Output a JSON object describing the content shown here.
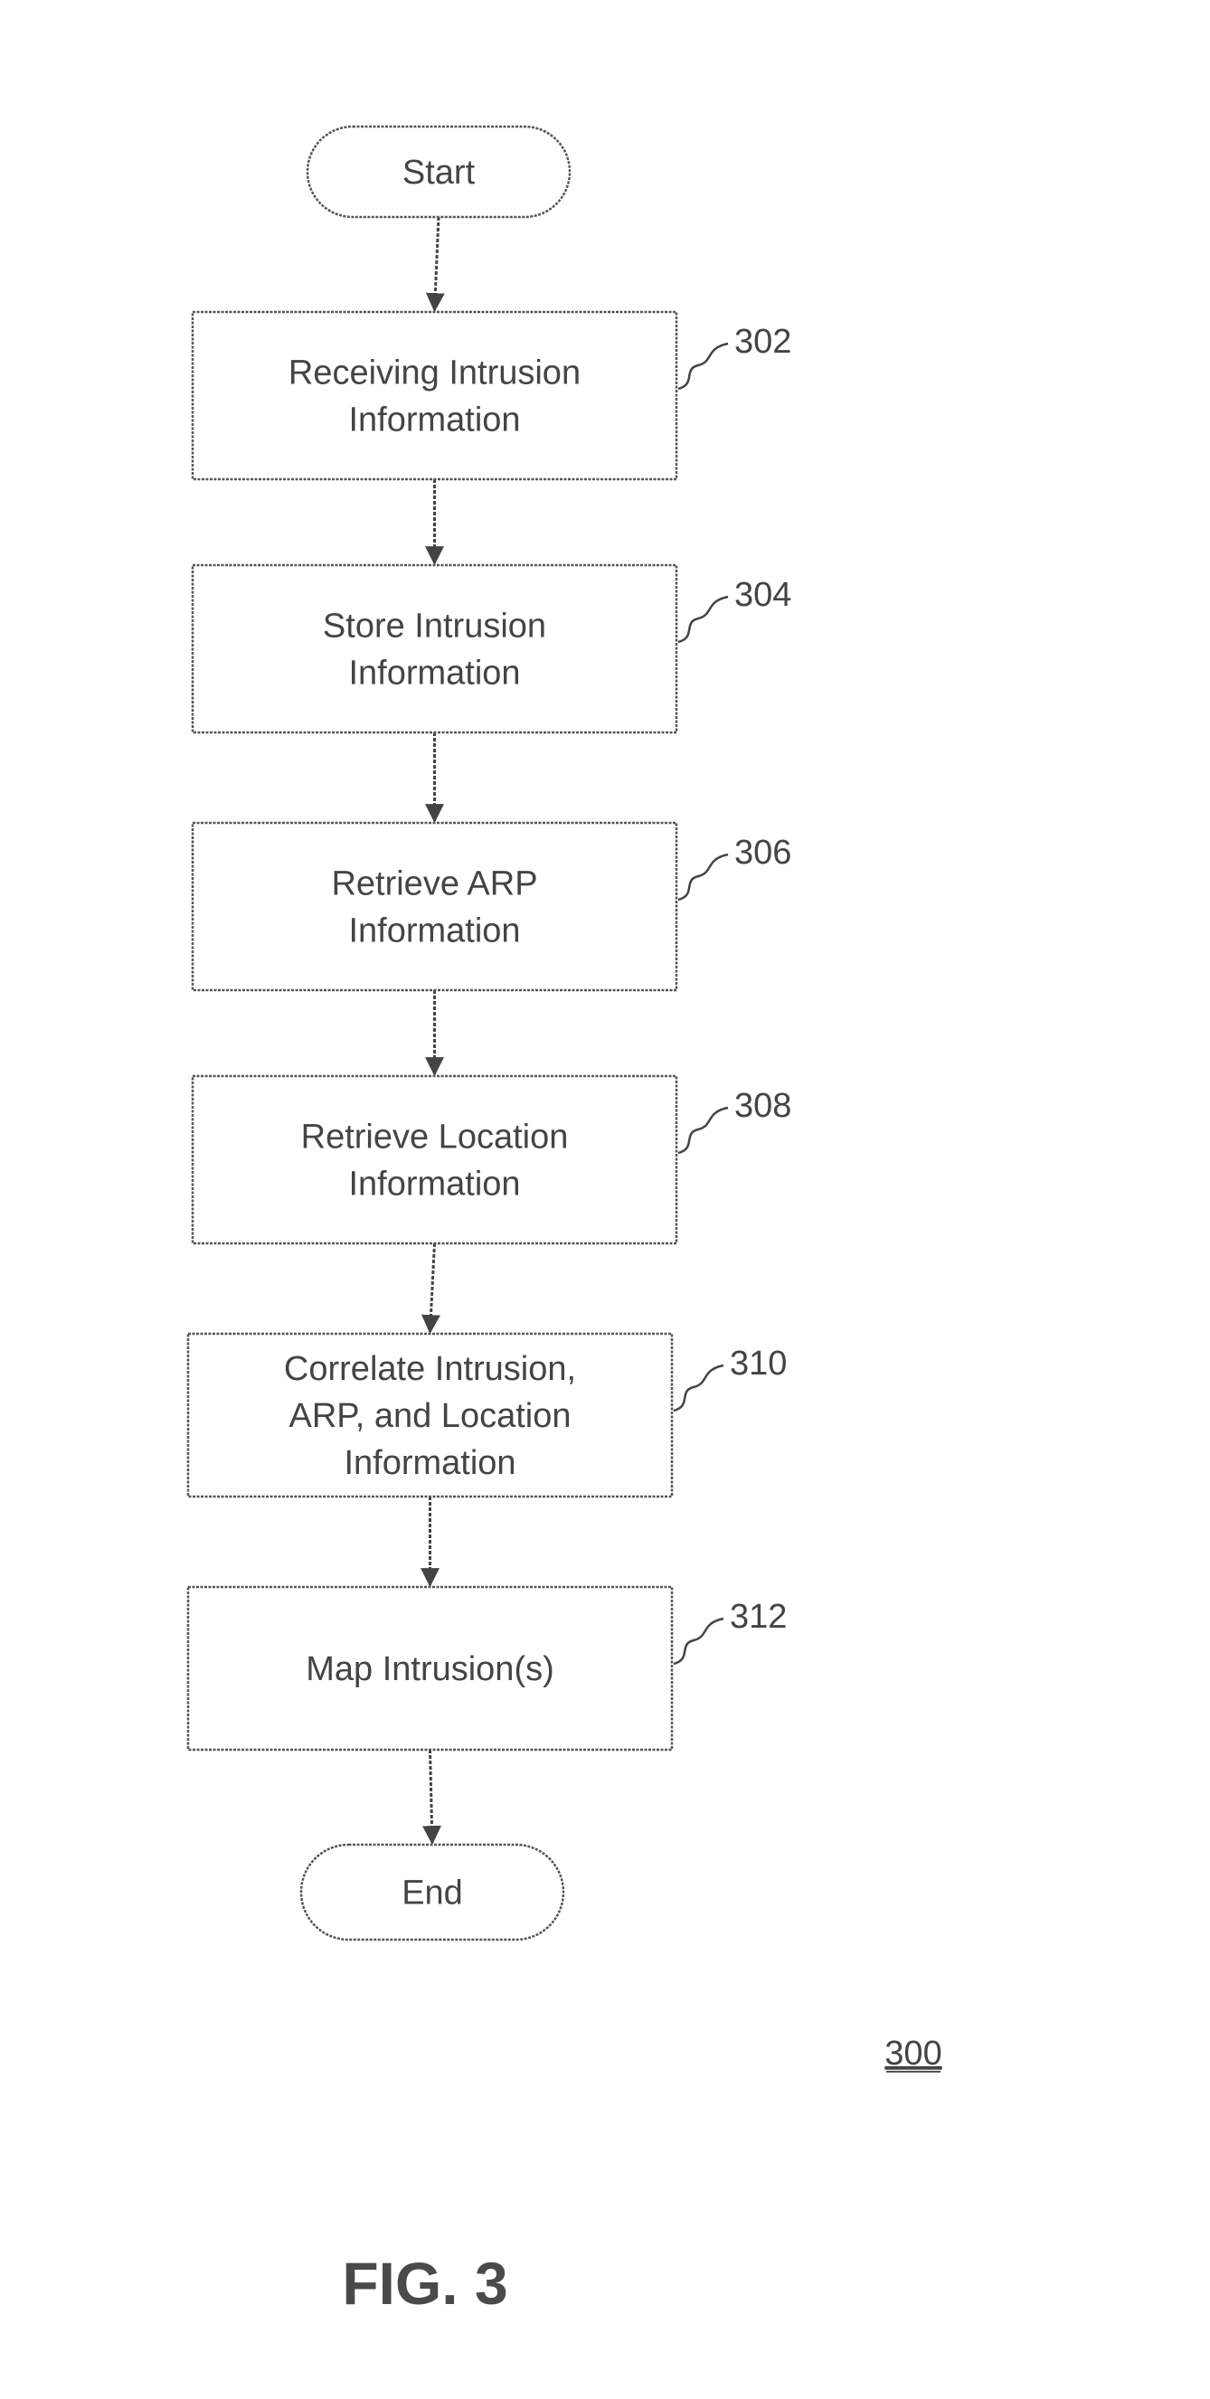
{
  "diagram": {
    "type": "flowchart",
    "nodes": [
      {
        "id": "start",
        "shape": "terminal",
        "lines": [
          "Start"
        ],
        "ref": ""
      },
      {
        "id": "302",
        "shape": "process",
        "lines": [
          "Receiving Intrusion",
          "Information"
        ],
        "ref": "302"
      },
      {
        "id": "304",
        "shape": "process",
        "lines": [
          "Store Intrusion",
          "Information"
        ],
        "ref": "304"
      },
      {
        "id": "306",
        "shape": "process",
        "lines": [
          "Retrieve ARP",
          "Information"
        ],
        "ref": "306"
      },
      {
        "id": "308",
        "shape": "process",
        "lines": [
          "Retrieve Location",
          "Information"
        ],
        "ref": "308"
      },
      {
        "id": "310",
        "shape": "process",
        "lines": [
          "Correlate Intrusion,",
          "ARP, and Location",
          "Information"
        ],
        "ref": "310"
      },
      {
        "id": "312",
        "shape": "process",
        "lines": [
          "Map Intrusion(s)"
        ],
        "ref": "312"
      },
      {
        "id": "end",
        "shape": "terminal",
        "lines": [
          "End"
        ],
        "ref": ""
      }
    ],
    "edges": [
      {
        "from": "start",
        "to": "302"
      },
      {
        "from": "302",
        "to": "304"
      },
      {
        "from": "304",
        "to": "306"
      },
      {
        "from": "306",
        "to": "308"
      },
      {
        "from": "308",
        "to": "310"
      },
      {
        "from": "310",
        "to": "312"
      },
      {
        "from": "312",
        "to": "end"
      }
    ],
    "figure_number": "300",
    "figure_label": "FIG. 3"
  }
}
